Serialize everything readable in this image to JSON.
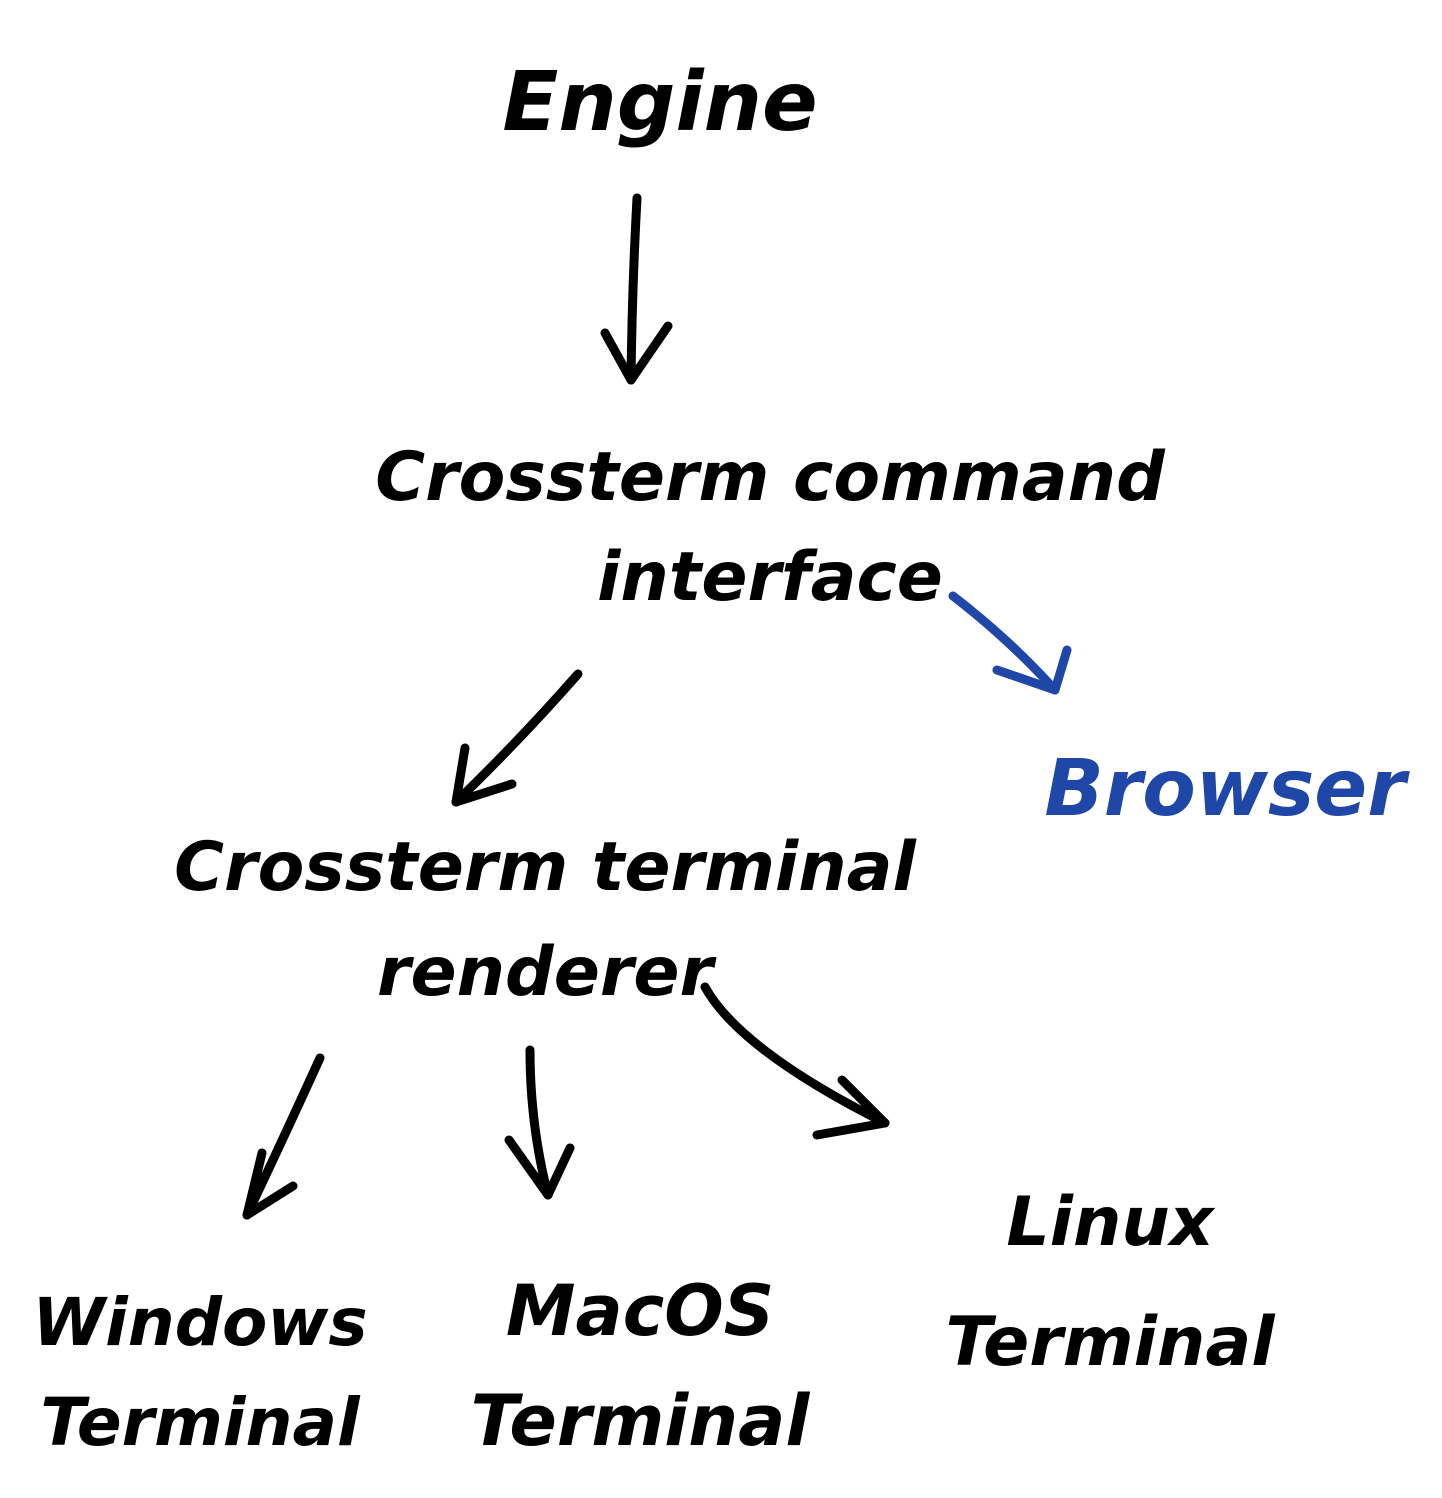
{
  "diagram": {
    "nodes": [
      {
        "id": "engine",
        "lines": [
          "Engine"
        ],
        "color": "#000000"
      },
      {
        "id": "command-interface",
        "lines": [
          "Crossterm command",
          "interface"
        ],
        "color": "#000000"
      },
      {
        "id": "browser",
        "lines": [
          "Browser"
        ],
        "color": "#1f47a8"
      },
      {
        "id": "terminal-renderer",
        "lines": [
          "Crossterm terminal",
          "renderer"
        ],
        "color": "#000000"
      },
      {
        "id": "windows-terminal",
        "lines": [
          "Windows",
          "Terminal"
        ],
        "color": "#000000"
      },
      {
        "id": "macos-terminal",
        "lines": [
          "MacOS",
          "Terminal"
        ],
        "color": "#000000"
      },
      {
        "id": "linux-terminal",
        "lines": [
          "Linux",
          "Terminal"
        ],
        "color": "#000000"
      }
    ],
    "edges": [
      {
        "from": "engine",
        "to": "command-interface",
        "color": "#000000"
      },
      {
        "from": "command-interface",
        "to": "browser",
        "color": "#1f47a8"
      },
      {
        "from": "command-interface",
        "to": "terminal-renderer",
        "color": "#000000"
      },
      {
        "from": "terminal-renderer",
        "to": "windows-terminal",
        "color": "#000000"
      },
      {
        "from": "terminal-renderer",
        "to": "macos-terminal",
        "color": "#000000"
      },
      {
        "from": "terminal-renderer",
        "to": "linux-terminal",
        "color": "#000000"
      }
    ]
  }
}
